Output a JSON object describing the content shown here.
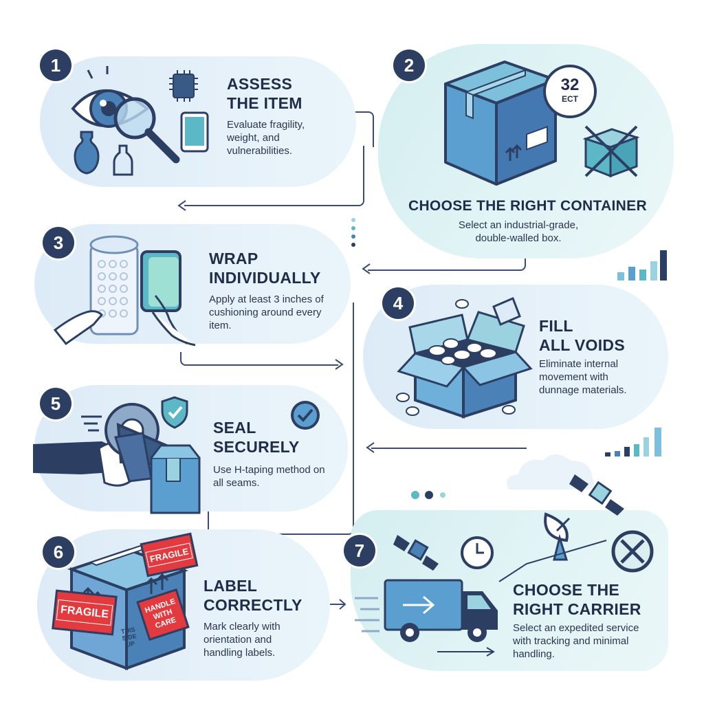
{
  "colors": {
    "navy": "#2c3f63",
    "blue": "#4a82b8",
    "teal": "#5cb8c6",
    "light": "#dcebf7",
    "mint": "#d4eef0",
    "red": "#e23a3f"
  },
  "steps": [
    {
      "number": "1",
      "title_line1": "ASSESS",
      "title_line2": "THE ITEM",
      "description": "Evaluate fragility, weight, and vulnerabilities.",
      "icons": [
        "eye-icon",
        "magnifier-icon",
        "chip-icon",
        "tablet-icon",
        "vase-icon",
        "bottle-icon"
      ]
    },
    {
      "number": "2",
      "title_line1": "CHOOSE THE RIGHT CONTAINER",
      "title_line2": "",
      "description": "Select an industrial-grade, double-walled box.",
      "icons": [
        "box-icon",
        "ect-stamp-icon",
        "crossed-box-icon"
      ]
    },
    {
      "number": "3",
      "title_line1": "WRAP",
      "title_line2": "INDIVIDUALLY",
      "description": "Apply at least 3 inches of cushioning around every item.",
      "icons": [
        "bubble-wrap-icon",
        "foam-icon",
        "hand-icon"
      ]
    },
    {
      "number": "4",
      "title_line1": "FILL",
      "title_line2": "ALL VOIDS",
      "description": "Eliminate internal movement with dunnage materials.",
      "icons": [
        "open-box-icon",
        "packing-peanuts-icon"
      ]
    },
    {
      "number": "5",
      "title_line1": "SEAL",
      "title_line2": "SECURELY",
      "description": "Use H-taping method on all seams.",
      "icons": [
        "tape-gun-icon",
        "shield-check-icon",
        "check-icon"
      ]
    },
    {
      "number": "6",
      "title_line1": "LABEL",
      "title_line2": "CORRECTLY",
      "description": "Mark clearly with orientation and handling labels.",
      "icons": [
        "labeled-box-icon"
      ]
    },
    {
      "number": "7",
      "title_line1": "CHOOSE THE",
      "title_line2": "RIGHT CARRIER",
      "description": "Select an expedited service with tracking and minimal handling.",
      "icons": [
        "truck-icon",
        "satellite-icon",
        "clock-icon",
        "dish-icon",
        "cancel-icon"
      ]
    }
  ],
  "stamp": {
    "number": "32",
    "unit": "ECT"
  },
  "labels": {
    "fragile": "FRAGILE",
    "handle_line1": "HANDLE",
    "handle_line2": "WITH",
    "handle_line3": "CARE",
    "side_line1": "THIS",
    "side_line2": "SIDE",
    "side_line3": "UP"
  }
}
